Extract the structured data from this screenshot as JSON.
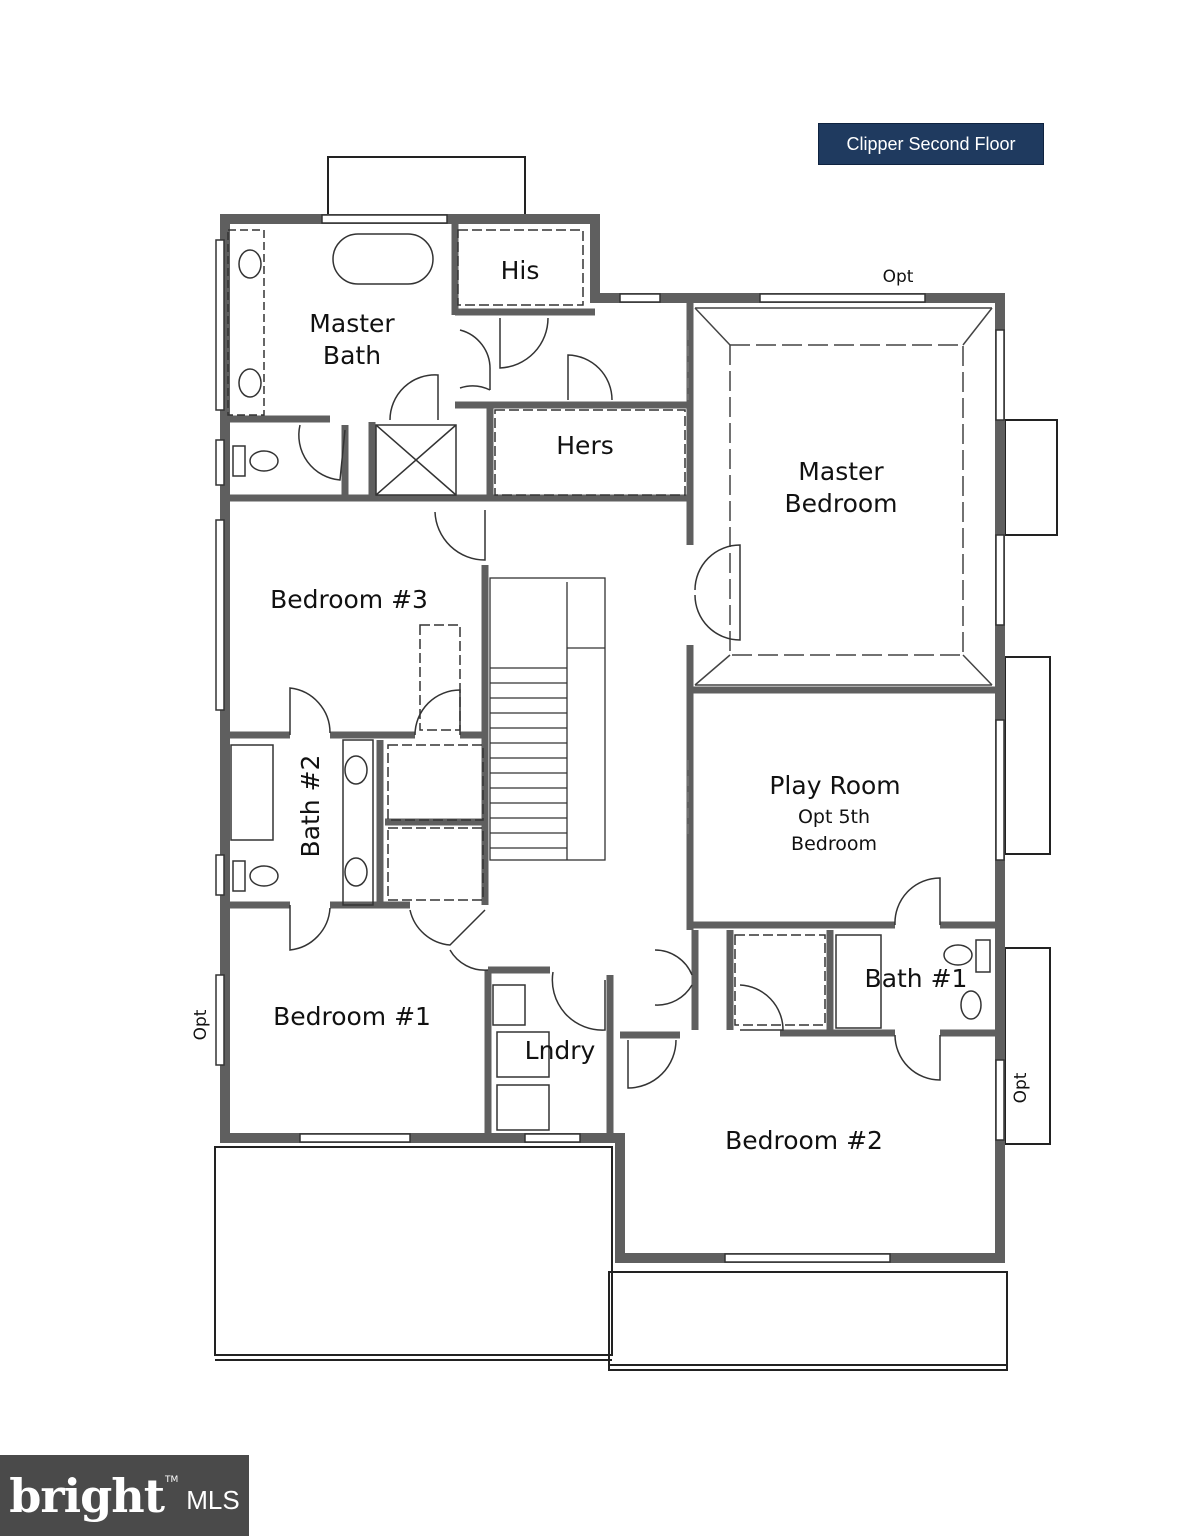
{
  "title": "Clipper Second Floor",
  "rooms": {
    "master_bath": "Master\nBath",
    "his": "His",
    "hers": "Hers",
    "master_bedroom": "Master\nBedroom",
    "bedroom3": "Bedroom #3",
    "bath2": "Bath #2",
    "play_room": "Play Room",
    "play_room_sub": "Opt 5th\nBedroom",
    "bath1": "Bath #1",
    "bedroom1": "Bedroom #1",
    "lndry": "Lndry",
    "bedroom2": "Bedroom #2"
  },
  "opt_labels": {
    "top": "Opt",
    "left": "Opt",
    "right": "Opt"
  },
  "logo": {
    "word": "bright",
    "mls": "MLS",
    "tm": "TM"
  },
  "colors": {
    "wall": "#5f5f5f",
    "badge": "#1f3a5f",
    "logo_bg": "#4a4a4a"
  }
}
